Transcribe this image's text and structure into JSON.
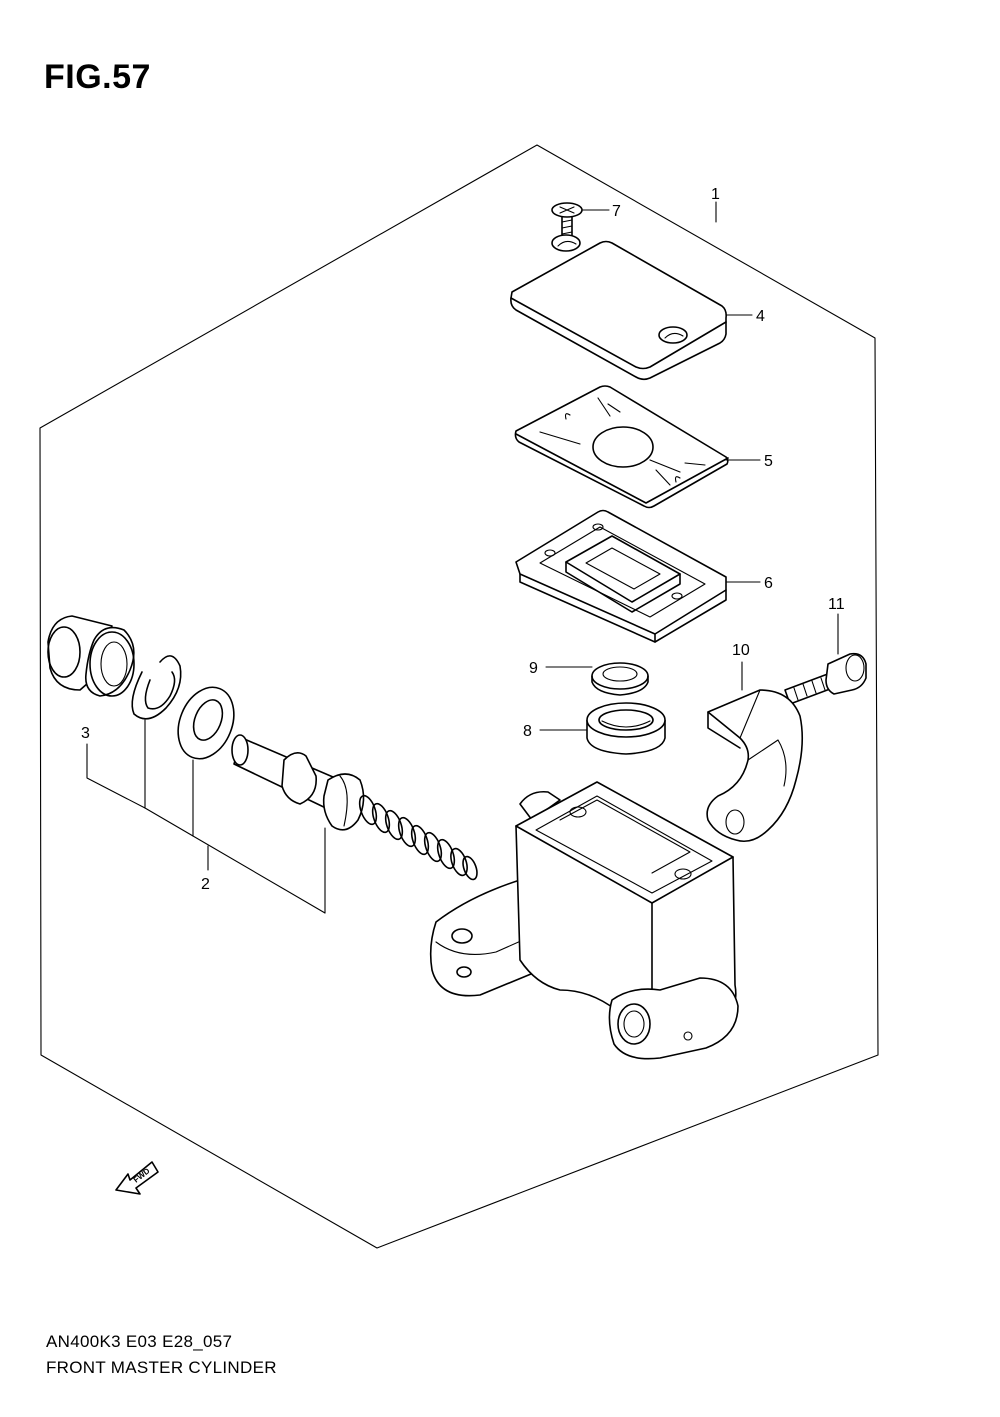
{
  "figure": {
    "title": "FIG.57",
    "model_code": "AN400K3  E03  E28_057",
    "name": "FRONT MASTER CYLINDER",
    "direction_arrow_label": "FWD"
  },
  "callouts": [
    {
      "id": "1",
      "label": "1"
    },
    {
      "id": "2",
      "label": "2"
    },
    {
      "id": "3",
      "label": "3"
    },
    {
      "id": "4",
      "label": "4"
    },
    {
      "id": "5",
      "label": "5"
    },
    {
      "id": "6",
      "label": "6"
    },
    {
      "id": "7",
      "label": "7"
    },
    {
      "id": "8",
      "label": "8"
    },
    {
      "id": "9",
      "label": "9"
    },
    {
      "id": "10",
      "label": "10"
    },
    {
      "id": "11",
      "label": "11"
    }
  ]
}
